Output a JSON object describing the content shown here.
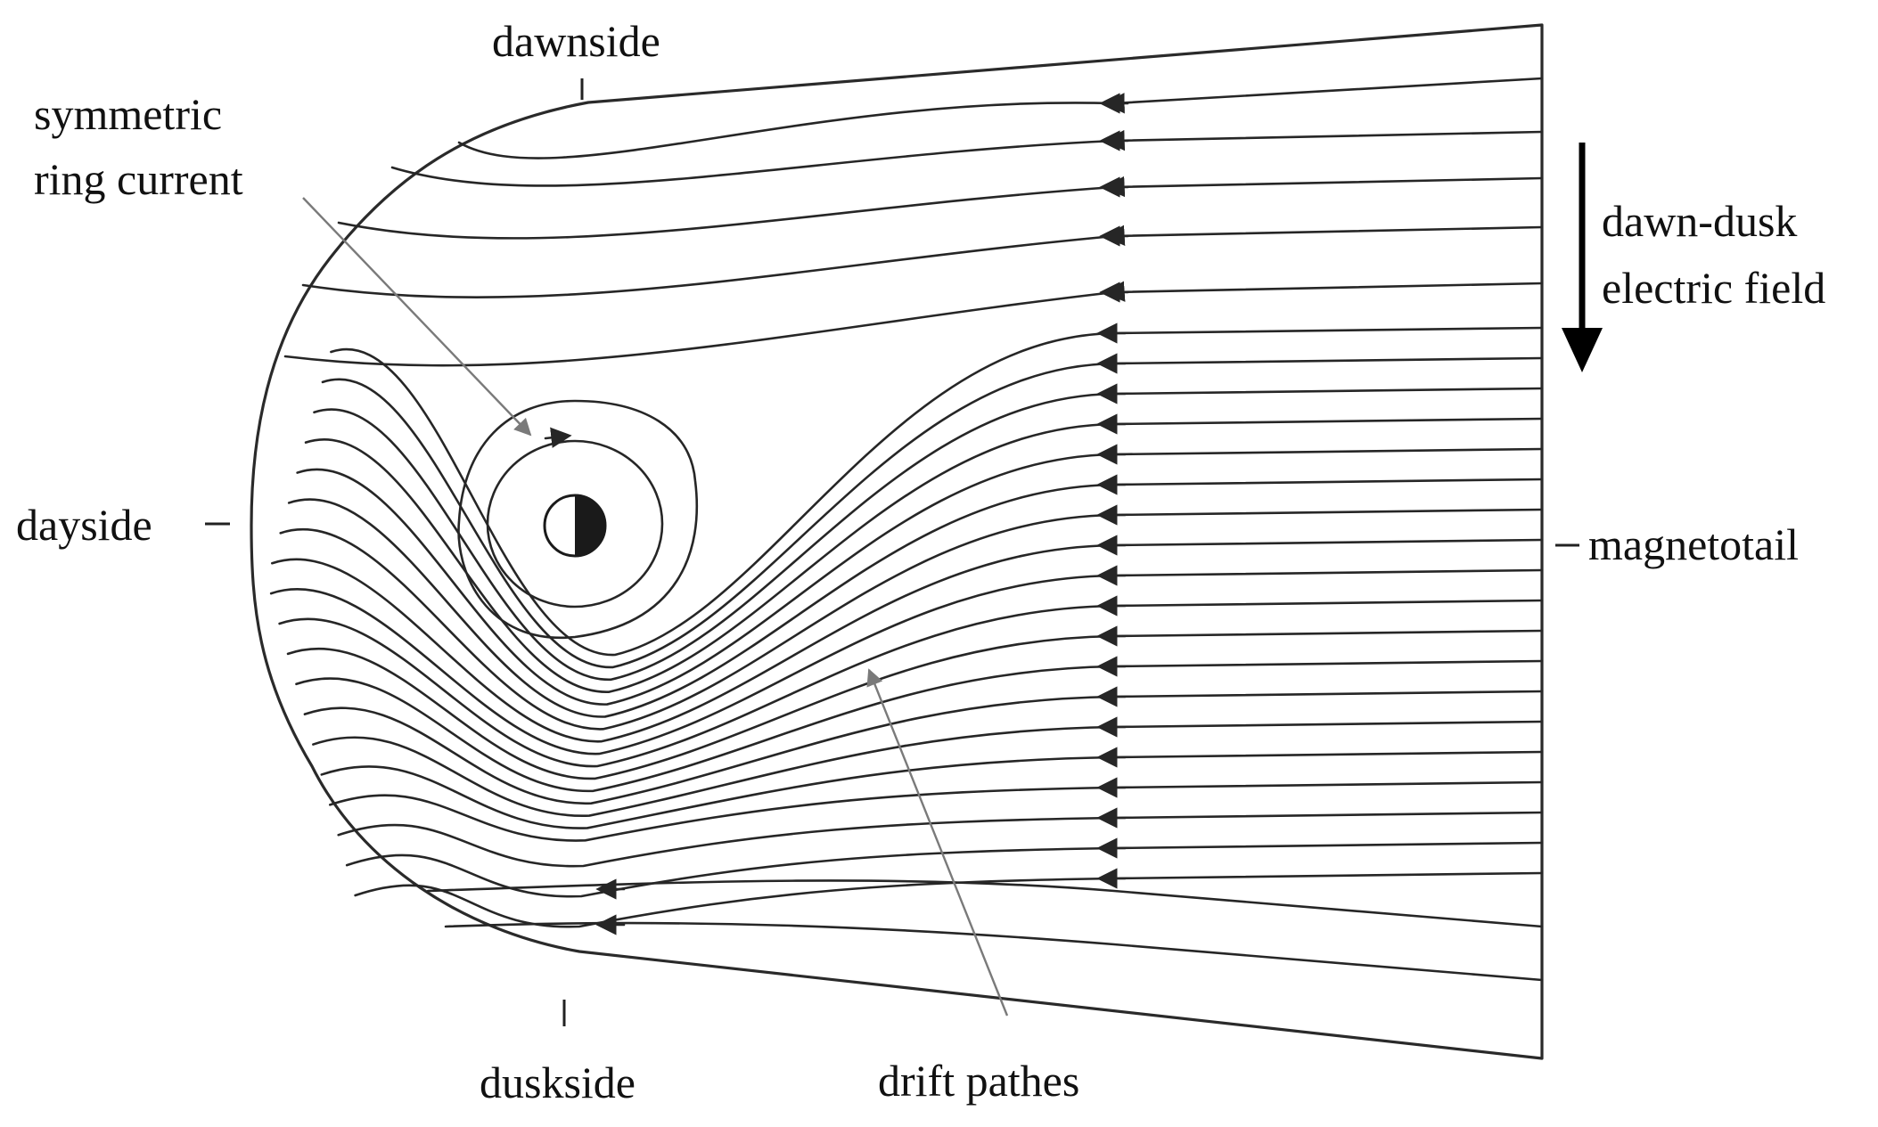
{
  "labels": {
    "dawnside": "dawnside",
    "duskside": "duskside",
    "dayside": "dayside",
    "magnetotail": "magnetotail",
    "ring_current_line1": "symmetric",
    "ring_current_line2": "ring current",
    "field_line1": "dawn-dusk",
    "field_line2": "electric field",
    "drift": "drift pathes"
  },
  "colors": {
    "ink": "#262626",
    "pointer": "#7a7a7a",
    "earth_night": "#1a1a1a",
    "earth_day": "#ffffff"
  },
  "icons": {
    "earth": "half-shaded-circle",
    "field_direction": "arrow-down"
  }
}
